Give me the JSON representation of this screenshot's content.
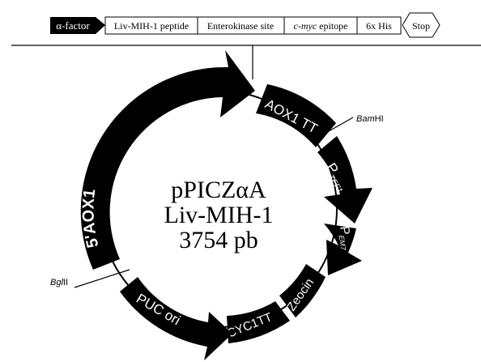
{
  "cassette": {
    "alpha_factor": "α-factor",
    "liv_mih": "Liv-MIH-1 peptide",
    "enterokinase": "Enterokinase site",
    "cmyc_italic": "c-myc",
    "cmyc_rest": " epitope",
    "his": "6x His",
    "stop": "Stop"
  },
  "plasmid": {
    "name": "pPICZαA",
    "insert": "Liv-MIH-1",
    "size": "3754 pb"
  },
  "features": {
    "aox1_5": "5'AOX1",
    "aox1_tt": "AOX1 TT",
    "ptef1_p": "P",
    "ptef1_sub": "TEF1",
    "pem7_p": "P",
    "pem7_sub": "EM7",
    "zeocin": "Zeocin",
    "cyc1tt": "CYC1TT",
    "puc_ori": "PUC ori"
  },
  "sites": {
    "bamhi_italic": "Bam",
    "bamhi_rest": "HI",
    "bglii_italic": "Bgl",
    "bglii_rest": "II"
  },
  "colors": {
    "feature_fill": "#000000",
    "feature_text": "#ffffff",
    "backbone": "#000000",
    "background": "#ffffff"
  }
}
